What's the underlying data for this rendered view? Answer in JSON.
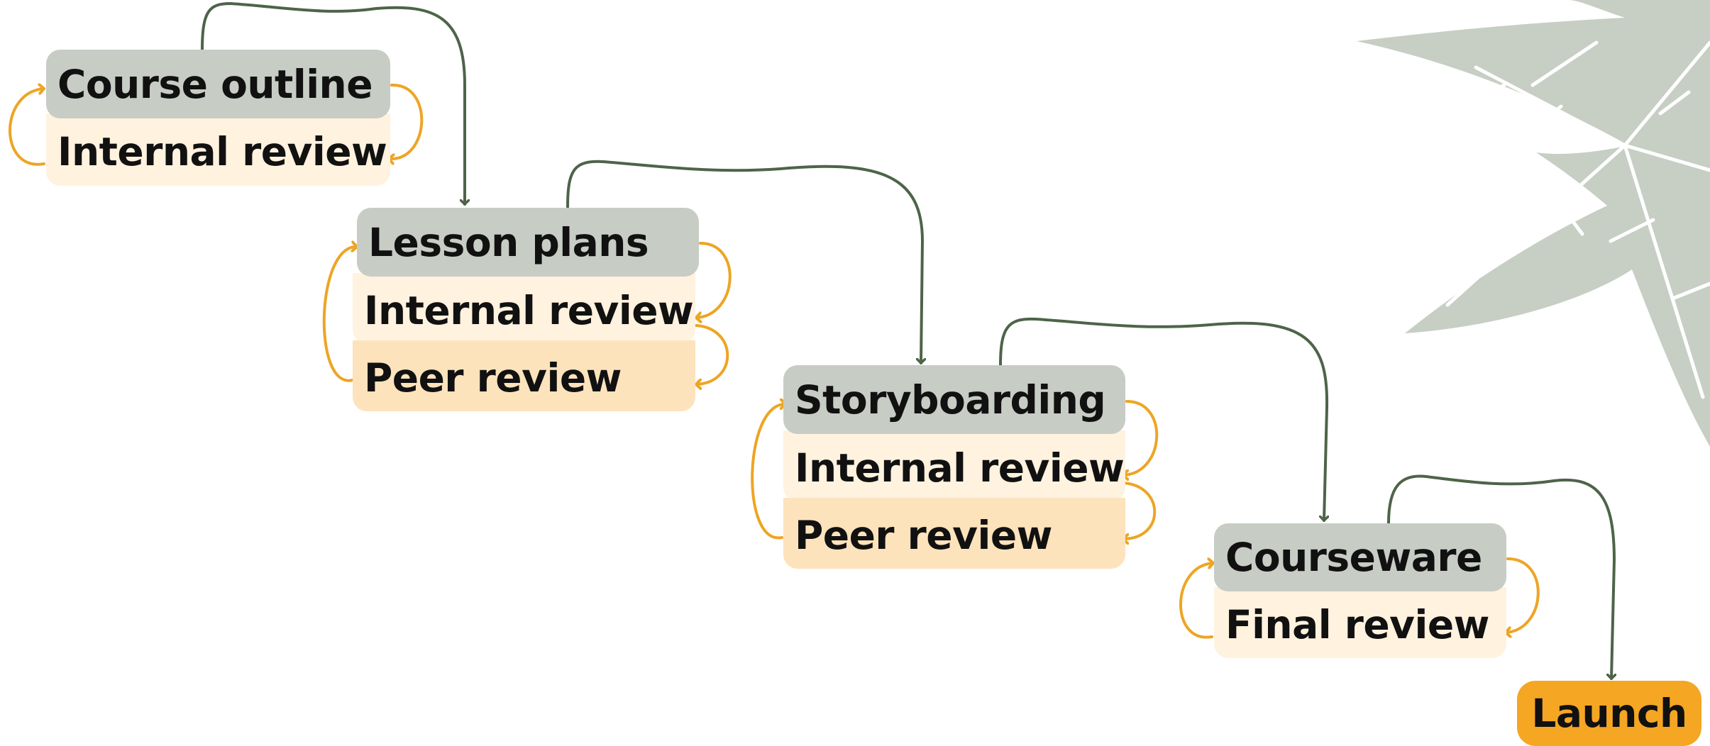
{
  "colors": {
    "stage_fill": "#c7ccc5",
    "internal_review_fill": "#fff2df",
    "peer_review_fill": "#fde3bc",
    "launch_fill": "#f5a623",
    "flow_arrow": "#4d6448",
    "review_loop_arrow": "#eda524",
    "leaf_decoration": "#c7cec4"
  },
  "stages": [
    {
      "title": "Course outline",
      "reviews": [
        "Internal review"
      ]
    },
    {
      "title": "Lesson plans",
      "reviews": [
        "Internal review",
        "Peer review"
      ]
    },
    {
      "title": "Storyboarding",
      "reviews": [
        "Internal review",
        "Peer review"
      ]
    },
    {
      "title": "Courseware",
      "reviews": [
        "Final review"
      ]
    }
  ],
  "launch": {
    "label": "Launch"
  },
  "decoration": {
    "icon": "leaf-icon"
  }
}
